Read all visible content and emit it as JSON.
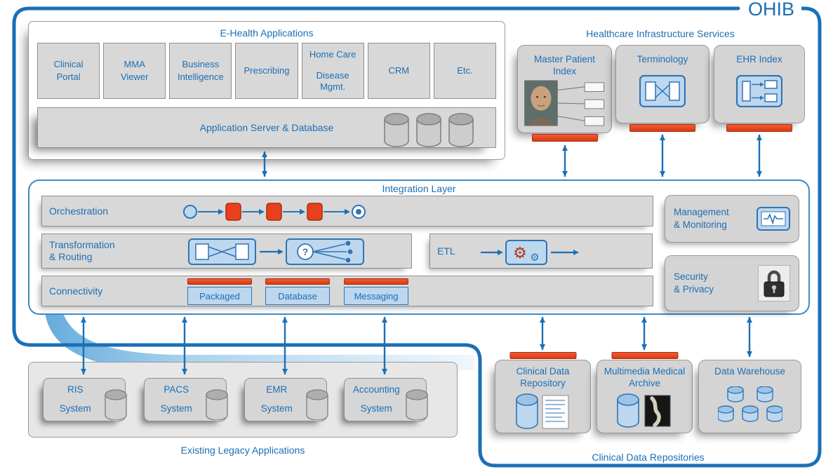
{
  "ohib_label": "OHIB",
  "ehealth": {
    "title": "E-Health Applications",
    "apps": [
      {
        "lines": [
          "Clinical",
          "Portal"
        ]
      },
      {
        "lines": [
          "MMA",
          "Viewer"
        ]
      },
      {
        "lines": [
          "Business",
          "Intelligence"
        ]
      },
      {
        "lines": [
          "Prescribing"
        ]
      },
      {
        "lines": [
          "Home Care",
          "Disease Mgmt."
        ]
      },
      {
        "lines": [
          "CRM"
        ]
      },
      {
        "lines": [
          "Etc."
        ]
      }
    ],
    "server_label": "Application Server & Database"
  },
  "infrastructure": {
    "title": "Healthcare Infrastructure Services",
    "services": [
      {
        "label": "Master Patient Index"
      },
      {
        "label": "Terminology"
      },
      {
        "label": "EHR Index"
      }
    ]
  },
  "integration": {
    "title": "Integration Layer",
    "orchestration_label": "Orchestration",
    "transformation_line1": "Transformation",
    "transformation_line2": "& Routing",
    "etl_label": "ETL",
    "connectivity_label": "Connectivity",
    "routing_symbol": "?",
    "adapters": [
      {
        "label": "Packaged"
      },
      {
        "label": "Database"
      },
      {
        "label": "Messaging"
      }
    ],
    "management_line1": "Management",
    "management_line2": "& Monitoring",
    "security_line1": "Security",
    "security_line2": "& Privacy"
  },
  "legacy": {
    "title": "Existing Legacy Applications",
    "systems": [
      {
        "name": "RIS",
        "suffix": "System"
      },
      {
        "name": "PACS",
        "suffix": "System"
      },
      {
        "name": "EMR",
        "suffix": "System"
      },
      {
        "name": "Accounting",
        "suffix": "System"
      }
    ]
  },
  "repositories": {
    "title": "Clinical Data Repositories",
    "items": [
      {
        "label": "Clinical Data Repository"
      },
      {
        "label": "Multimedia Medical Archive"
      },
      {
        "label": "Data Warehouse"
      }
    ]
  },
  "icons": {
    "gear_glyph": "⚙",
    "database_cylinder": "database-cylinder-icon",
    "bpmn_flow": "start-task-task-task-end-flow",
    "transformation": "mapping-crossover-icon",
    "routing": "question-fanout-icon",
    "monitoring": "heartbeat-monitor-icon",
    "security": "padlock-icon",
    "master_patient_index": "patient-photo-index-icon",
    "multimedia_archive": "xray-image-icon"
  },
  "colors": {
    "accent_blue": "#1b6fb5",
    "icon_blue_border": "#2e75b6",
    "icon_blue_fill": "#bdd7ee",
    "red_orange": "#e8401c",
    "box_gray": "#d8d8d8",
    "border_gray": "#8f8f8f"
  }
}
